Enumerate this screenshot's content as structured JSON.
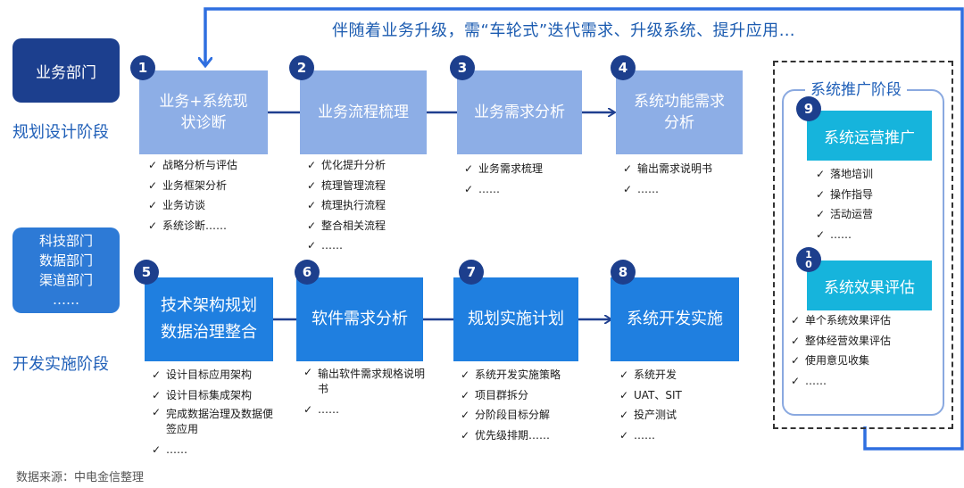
{
  "banner": "伴随着业务升级，需“车轮式”迭代需求、升级系统、提升应用…",
  "departments": {
    "business": "业务部门",
    "tech": [
      "科技部门",
      "数据部门",
      "渠道部门",
      "……"
    ]
  },
  "phases": {
    "planning": "规划设计阶段",
    "development": "开发实施阶段",
    "promotion": "系统推广阶段"
  },
  "steps": [
    {
      "num": "1",
      "title": [
        "业务+系统现",
        "状诊断"
      ],
      "items": [
        "战略分析与评估",
        "业务框架分析",
        "业务访谈",
        "系统诊断……"
      ]
    },
    {
      "num": "2",
      "title": [
        "业务流程梳理"
      ],
      "items": [
        "优化提升分析",
        "梳理管理流程",
        "梳理执行流程",
        "整合相关流程",
        "……"
      ]
    },
    {
      "num": "3",
      "title": [
        "业务需求分析"
      ],
      "items": [
        "业务需求梳理",
        "……"
      ]
    },
    {
      "num": "4",
      "title": [
        "系统功能需求",
        "分析"
      ],
      "items": [
        "输出需求说明书",
        "……"
      ]
    },
    {
      "num": "5",
      "title": [
        "技术架构规划",
        "数据治理整合"
      ],
      "items": [
        "设计目标应用架构",
        "设计目标集成架构",
        "完成数据治理及数据便签应用",
        "……"
      ]
    },
    {
      "num": "6",
      "title": [
        "软件需求分析"
      ],
      "items": [
        "输出软件需求规格说明书",
        "……"
      ]
    },
    {
      "num": "7",
      "title": [
        "规划实施计划"
      ],
      "items": [
        "系统开发实施策略",
        "项目群拆分",
        "分阶段目标分解",
        "优先级排期……"
      ]
    },
    {
      "num": "8",
      "title": [
        "系统开发实施"
      ],
      "items": [
        "系统开发",
        "UAT、SIT",
        "投产测试",
        "……"
      ]
    },
    {
      "num": "9",
      "title": [
        "系统运营推广"
      ],
      "items": [
        "落地培训",
        "操作指导",
        "活动运营",
        "……"
      ]
    },
    {
      "num": "10",
      "num_digits": [
        "1",
        "0"
      ],
      "title": [
        "系统效果评估"
      ],
      "items": [
        "单个系统效果评估",
        "整体经营效果评估",
        "使用意见收集",
        "……"
      ]
    }
  ],
  "source": "数据来源：中电金信整理",
  "colors": {
    "dark_navy": "#1c3f8e",
    "plan_box": "#8daee6",
    "dev_box": "#1f7fe0",
    "promo_box": "#16b4dc",
    "arrow": "#1f3f8f",
    "feedback_loop": "#2f6fe0"
  }
}
